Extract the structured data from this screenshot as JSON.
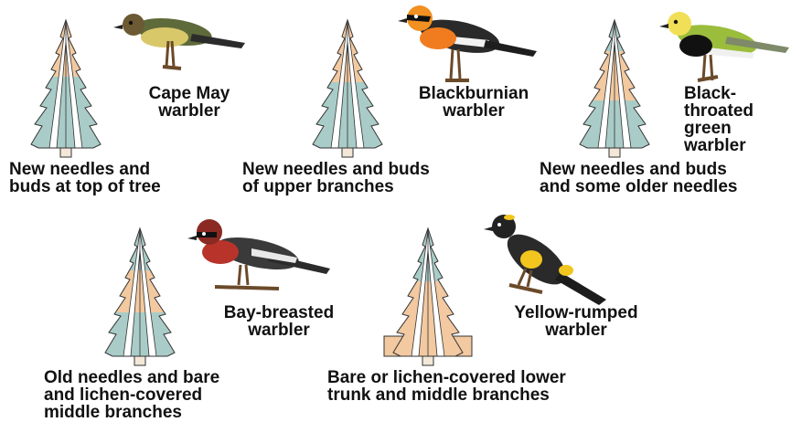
{
  "colors": {
    "zone": "#f2c9a0",
    "canopy": "#a9ccc8",
    "trunk_band": "#ffffff",
    "outline": "#333333"
  },
  "panels": [
    {
      "bird": "cape-may",
      "bird_name_lines": [
        "Cape May",
        "warbler"
      ],
      "caption_lines": [
        "New needles and",
        "buds at top of tree"
      ]
    },
    {
      "bird": "blackburnian",
      "bird_name_lines": [
        "Blackburnian",
        "warbler"
      ],
      "caption_lines": [
        "New needles and buds",
        "of upper branches"
      ]
    },
    {
      "bird": "black-throated-green",
      "bird_name_lines": [
        "Black-",
        "throated",
        "green",
        "warbler"
      ],
      "caption_lines": [
        "New needles and buds",
        "and some older needles"
      ]
    },
    {
      "bird": "bay-breasted",
      "bird_name_lines": [
        "Bay-breasted",
        "warbler"
      ],
      "caption_lines": [
        "Old needles and bare",
        "and lichen-covered",
        "middle branches"
      ]
    },
    {
      "bird": "yellow-rumped",
      "bird_name_lines": [
        "Yellow-rumped",
        "warbler"
      ],
      "caption_lines": [
        "Bare or lichen-covered lower",
        "trunk and middle branches"
      ]
    }
  ]
}
